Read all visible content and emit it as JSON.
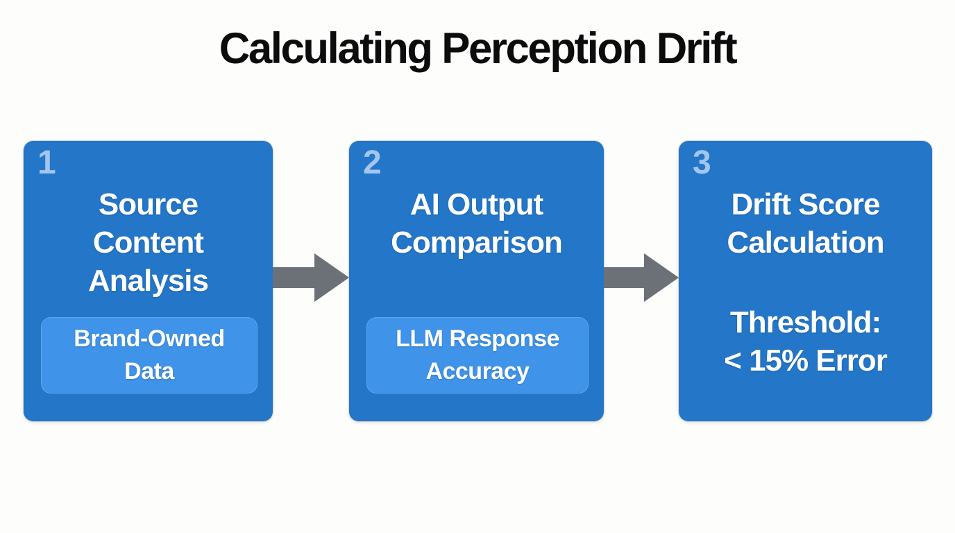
{
  "title": "Calculating Perception Drift",
  "steps": [
    {
      "number": "1",
      "title": "Source\nContent\nAnalysis",
      "tag": "Brand-Owned\nData"
    },
    {
      "number": "2",
      "title": "AI Output\nComparison",
      "tag": "LLM Response\nAccuracy"
    },
    {
      "number": "3",
      "title": "Drift Score\nCalculation",
      "note": "Threshold:\n< 15% Error"
    }
  ],
  "colors": {
    "background": "#fdfdfc",
    "title_text": "#0c0c0c",
    "box_blue": "#2376C8",
    "tag_blue": "#3F93E8",
    "number_blue": "#A3C6EF",
    "arrow_gray": "#6C7177",
    "box_text": "#ffffff"
  }
}
